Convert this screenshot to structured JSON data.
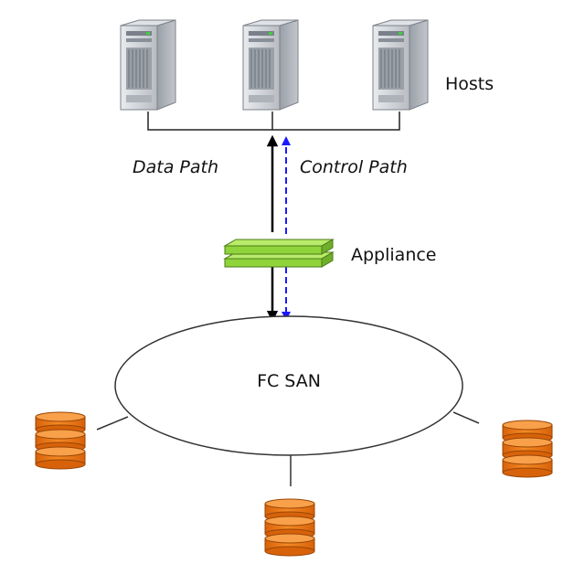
{
  "labels": {
    "hosts": "Hosts",
    "data_path": "Data Path",
    "control_path": "Control Path",
    "appliance": "Appliance",
    "fc_san": "FC SAN"
  },
  "icons": {
    "host": "server-tower-icon",
    "appliance": "network-appliance-icon",
    "storage": "disk-stack-icon"
  },
  "colors": {
    "data_path": "#000000",
    "control_path": "#1a1aff",
    "appliance_fill": "#8fd43a",
    "appliance_top": "#b8ec6a",
    "storage_fill": "#f07a12",
    "storage_top": "#f8a04a",
    "server_body": "#c9ccd1"
  }
}
